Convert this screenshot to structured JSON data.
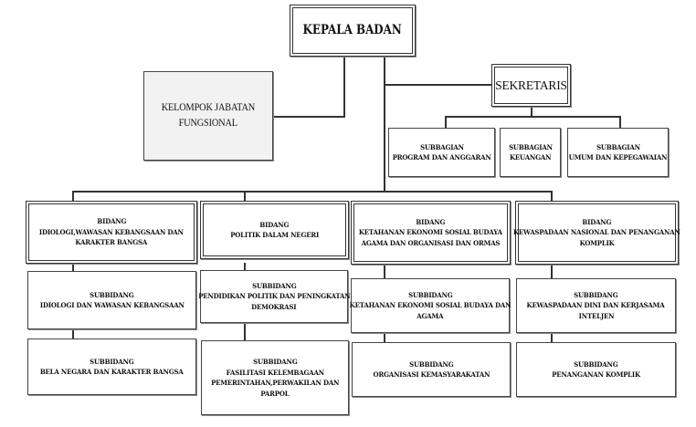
{
  "head": {
    "label": "KEPALA BADAN"
  },
  "functional_group": {
    "lines": [
      "KELOMPOK JABATAN",
      "FUNGSIONAL"
    ]
  },
  "secretary": {
    "label": "SEKRETARIS",
    "subsections": [
      {
        "lines": [
          "SUBBAGIAN",
          "PROGRAM DAN ANGGARAN"
        ]
      },
      {
        "lines": [
          "SUBBAGIAN",
          "KEUANGAN"
        ]
      },
      {
        "lines": [
          "SUBBAGIAN",
          "UMUM DAN KEPEGAWAIAN"
        ]
      }
    ]
  },
  "divisions": [
    {
      "lines": [
        "BIDANG",
        "IDIOLOGI,WAWASAN KEBANGSAAN DAN",
        "KARAKTER BANGSA"
      ],
      "subdivisions": [
        {
          "lines": [
            "SUBBIDANG",
            "IDIOLOGI DAN WAWASAN KEBANGSAAN"
          ]
        },
        {
          "lines": [
            "SUBBIDANG",
            "BELA NEGARA DAN KARAKTER BANGSA"
          ]
        }
      ]
    },
    {
      "lines": [
        "BIDANG",
        "POLITIK DALAM NEGERI"
      ],
      "subdivisions": [
        {
          "lines": [
            "SUBBIDANG",
            "PENDIDIKAN POLITIK DAN PENINGKATAN",
            "DEMOKRASI"
          ]
        },
        {
          "lines": [
            "SUBBIDANG",
            "FASILITASI KELEMBAGAAN",
            "PEMERINTAHAN,PERWAKILAN DAN",
            "PARPOL"
          ]
        }
      ]
    },
    {
      "lines": [
        "BIDANG",
        "KETAHANAN EKONOMI SOSIAL BUDAYA",
        "AGAMA DAN ORGANISASI DAN ORMAS"
      ],
      "subdivisions": [
        {
          "lines": [
            "SUBBIDANG",
            "KETAHANAN EKONOMI SOSIAL BUDAYA DAN",
            "AGAMA"
          ]
        },
        {
          "lines": [
            "SUBBIDANG",
            "ORGANISASI KEMASYARAKATAN"
          ]
        }
      ]
    },
    {
      "lines": [
        "BIDANG",
        "KEWASPADAAN NASIONAL DAN PENANGANAN",
        "KOMPLIK"
      ],
      "subdivisions": [
        {
          "lines": [
            "SUBBIDANG",
            "KEWASPADAAN DINI DAN KERJASAMA",
            "INTELJEN"
          ]
        },
        {
          "lines": [
            "SUBBIDANG",
            "PENANGANAN KOMPLIK"
          ]
        }
      ]
    }
  ],
  "colors": {
    "line": "#333333",
    "functional_bg": "#f2f2f2",
    "box_bg": "#ffffff"
  }
}
